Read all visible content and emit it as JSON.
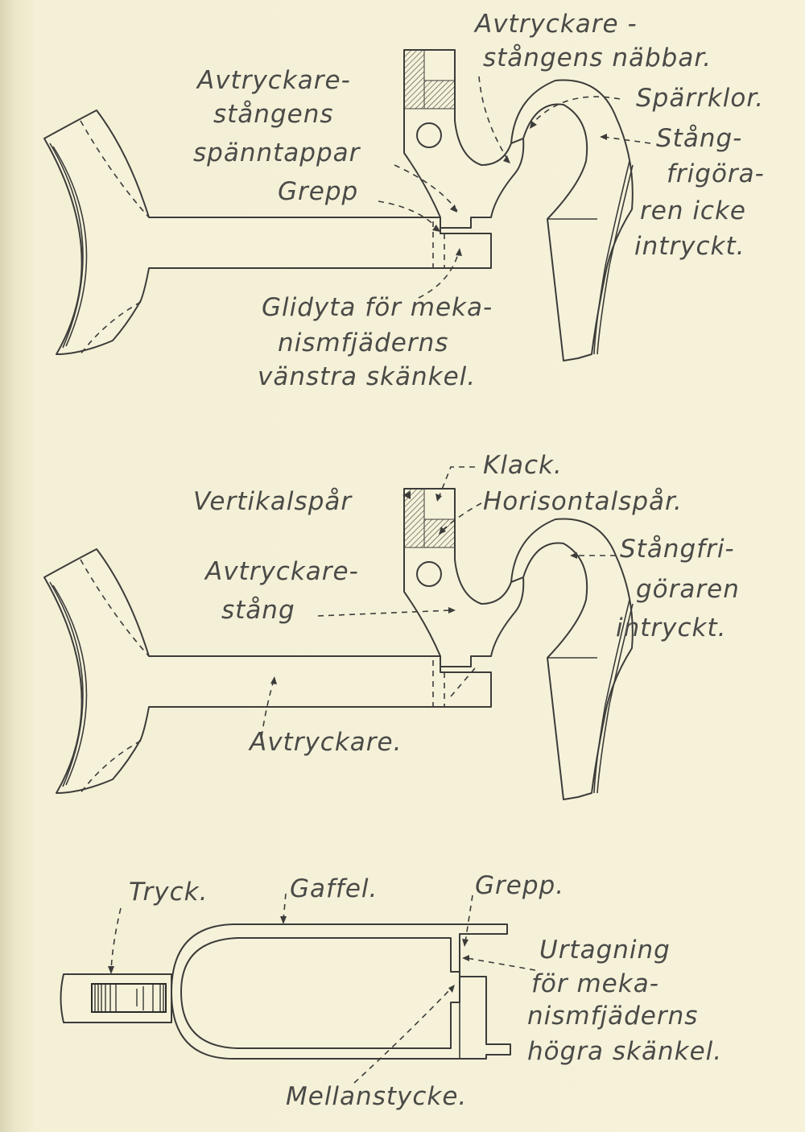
{
  "figure_top": {
    "labels": {
      "rod_cocking_pins": [
        "Avtryckare-",
        "stångens",
        "spänntappar"
      ],
      "grip": "Grepp",
      "rod_beaks": [
        "Avtryckare -",
        "stångens näbbar."
      ],
      "ratchet_claws": "Spärrklor.",
      "rod_release_not_pressed": [
        "Stång-",
        "frigöra-",
        "ren icke",
        "intryckt."
      ],
      "sliding_surface": [
        "Glidyta för meka-",
        "nismfjäderns",
        "vänstra skänkel."
      ]
    }
  },
  "figure_middle": {
    "labels": {
      "lug": "Klack.",
      "vertical_groove": "Vertikalspår",
      "horizontal_groove": "Horisontalspår.",
      "rod_release_pressed": [
        "Stångfri-",
        "göraren",
        "intryckt."
      ],
      "trigger_rod": [
        "Avtryckare-",
        "stång"
      ],
      "trigger": "Avtryckare."
    }
  },
  "figure_bottom": {
    "labels": {
      "push": "Tryck.",
      "fork": "Gaffel.",
      "grip": "Grepp.",
      "recess": [
        "Urtagning",
        "för meka-",
        "nismfjäderns",
        "högra skänkel."
      ],
      "middle_piece": "Mellanstycke."
    }
  },
  "colors": {
    "paper": "#f4f0d6",
    "ink": "#3c3c3a"
  }
}
